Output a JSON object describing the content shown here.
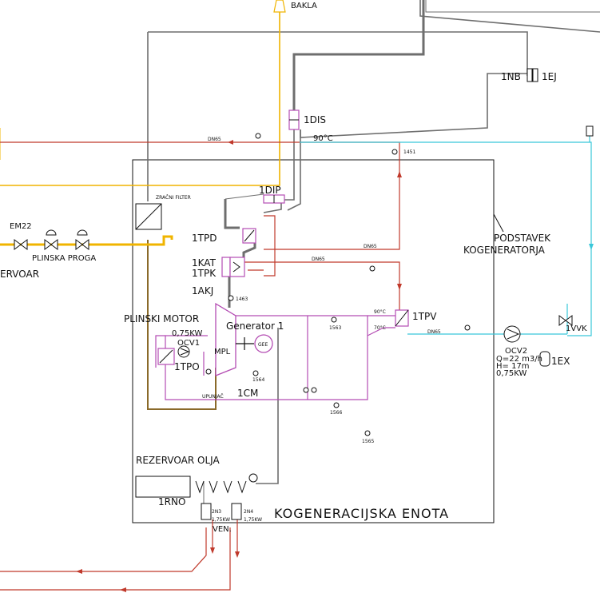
{
  "colors": {
    "black": "#111111",
    "gray": "#6e6e6e",
    "yellow": "#f0b400",
    "red": "#c0392b",
    "cyan": "#39c7d9",
    "magenta": "#b44db3",
    "brown": "#8a6a2a"
  },
  "labels": {
    "bakla": "BAKLA",
    "nb": "1NB",
    "ej": "1EJ",
    "dis": "1DIS",
    "temp_90_top": "90°C",
    "dn65_top": "DN65",
    "tag_1451": "1451",
    "zracni_filter": "ZRAČNI FILTER",
    "dip": "1DIP",
    "em22": "EM22",
    "plinska_proga": "PLINSKA PROGA",
    "rezervoar_cut": "ERVOAR",
    "tpd": "1TPD",
    "podstavek_1": "PODSTAVEK",
    "podstavek_2": "KOGENERATORJA",
    "kat": "1KAT",
    "tpk": "1TPK",
    "akj": "1AKJ",
    "tag_1463": "1463",
    "plinski_motor": "PLINSKI MOTOR",
    "power_motor": "0,75KW",
    "generator": "Generator 1",
    "gee": "GEE",
    "ocv1": "OCV1",
    "mpl": "MPL",
    "tpo": "1TPO",
    "temp_90_tpv": "90°C",
    "temp_70_tpv": "70°C",
    "tpv": "1TPV",
    "tag_1563": "1563",
    "dn65_right": "DN65",
    "vvk": "1VVK",
    "ocv2": "OCV2",
    "pump_q": "Q=22 m3/h",
    "pump_h": "H= 17m",
    "pump_p": "0,75KW",
    "ex": "1EX",
    "tag_1564": "1564",
    "upuniac": "UPUNJAČ",
    "cm": "1CM",
    "tag_1566": "1566",
    "tag_1565": "1565",
    "rezervoar_olja": "REZERVOAR OLJA",
    "rno": "1RNO",
    "zn3": "2N3",
    "zn4": "2N4",
    "power_zn3": "1,75KW",
    "power_zn4": "1,75KW",
    "ven": "VEN.",
    "enota": "KOGENERACIJSKA ENOTA",
    "dn65_mid": "DN65",
    "dn65_kat": "DN65"
  }
}
